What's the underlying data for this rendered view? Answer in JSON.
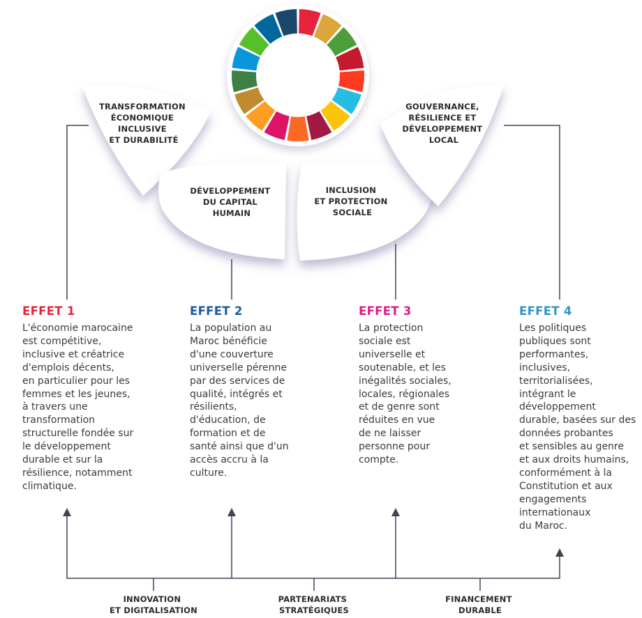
{
  "sdg_wheel": {
    "segment_colors": [
      "#e5243b",
      "#dda63a",
      "#4c9f38",
      "#c5192d",
      "#ff3a21",
      "#26bde2",
      "#fcc30b",
      "#a21942",
      "#fd6925",
      "#dd1367",
      "#fd9d24",
      "#bf8b2e",
      "#3f7e44",
      "#0a97d9",
      "#56c02b",
      "#00689d",
      "#19486a"
    ]
  },
  "petals": {
    "p1": {
      "lines": [
        "TRANSFORMATION",
        "ÉCONOMIQUE",
        "INCLUSIVE",
        "ET DURABILITÉ"
      ]
    },
    "p2": {
      "lines": [
        "DÉVELOPPEMENT",
        "DU CAPITAL",
        "HUMAIN"
      ]
    },
    "p3": {
      "lines": [
        "INCLUSION",
        "ET PROTECTION",
        "SOCIALE"
      ]
    },
    "p4": {
      "lines": [
        "GOUVERNANCE,",
        "RÉSILIENCE ET",
        "DÉVELOPPEMENT",
        "LOCAL"
      ]
    }
  },
  "effects": [
    {
      "title": "EFFET 1",
      "color": "#e5243b",
      "text": "L'économie marocaine\nest compétitive,\ninclusive et créatrice\nd'emplois décents,\nen particulier pour les\nfemmes et les jeunes,\nà travers une\ntransformation\nstructurelle fondée sur\nle développement\ndurable et sur la\nrésilience, notamment\nclimatique."
    },
    {
      "title": "EFFET 2",
      "color": "#1a5aa0",
      "text": "La population au\nMaroc bénéficie\nd'une couverture\nuniverselle pérenne\npar des services de\nqualité, intégrés et\nrésilients,\nd'éducation, de\nformation et de\nsanté ainsi que d'un\naccès accru à la\nculture."
    },
    {
      "title": "EFFET 3",
      "color": "#dd1b84",
      "text": "La protection\nsociale est\nuniverselle et\nsoutenable, et les\ninégalités sociales,\nlocales, régionales\net de genre sont\nréduites en vue\nde ne laisser\npersonne pour\ncompte."
    },
    {
      "title": "EFFET 4",
      "color": "#2e94c9",
      "text": "Les politiques\npubliques sont\nperformantes,\ninclusives,\nterritorialisées,\nintégrant le\ndéveloppement\ndurable, basées sur des\ndonnées probantes\net sensibles au genre\net aux droits humains,\nconformément à la\nConstitution et aux\nengagements\ninternationaux\ndu Maroc."
    }
  ],
  "bottom": {
    "b1": {
      "lines": [
        "INNOVATION",
        "ET DIGITALISATION"
      ]
    },
    "b2": {
      "lines": [
        "PARTENARIATS",
        "STRATÉGIQUES"
      ]
    },
    "b3": {
      "lines": [
        "FINANCEMENT",
        "DURABLE"
      ]
    }
  }
}
